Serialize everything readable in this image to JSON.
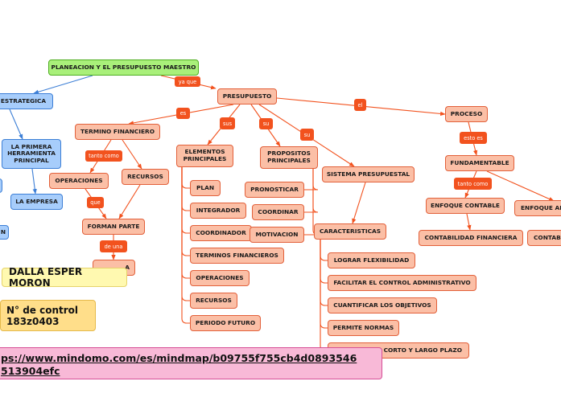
{
  "map": {
    "root": "PLANEACION Y EL PRESUPUESTO MAESTRO",
    "presupuesto": "PRESUPUESTO",
    "estrategica": "ESTRATEGICA",
    "herramienta": [
      "LA PRIMERA",
      "HERRAMIENTA",
      "PRINCIPAL"
    ],
    "empresa": "LA EMPRESA",
    "edge_n": "N",
    "termino": "TERMINO FINANCIERO",
    "operaciones": "OPERACIONES",
    "recursos": "RECURSOS",
    "forman": "FORMAN PARTE",
    "hidden_a": "A",
    "elementos": [
      "ELEMENTOS",
      "PRINCIPALES"
    ],
    "elementos_items": [
      "PLAN",
      "INTEGRADOR",
      "COORDINADOR",
      "TERMINOS FINANCIEROS",
      "OPERACIONES",
      "RECURSOS",
      "PERIODO FUTURO"
    ],
    "propositos": [
      "PROPOSITOS",
      "PRINCIPALES"
    ],
    "propositos_items": [
      "PRONOSTICAR",
      "COORDINAR",
      "MOTIVACION"
    ],
    "sistema": "SISTEMA PRESUPUESTAL",
    "caracteristicas": "CARACTERISTICAS",
    "caracteristicas_items": [
      "LOGRAR FLEXIBILIDAD",
      "FACILITAR EL CONTROL ADMINISTRATIVO",
      "CUANTIFICAR LOS OBJETIVOS",
      "PERMITE NORMAS",
      "A CORTO Y LARGO PLAZO"
    ],
    "proceso": "PROCESO",
    "fundamentable": "FUNDAMENTABLE",
    "enfoque_contable": "ENFOQUE CONTABLE",
    "enfoque_ad": "ENFOQUE AD",
    "contabilidad": "CONTABILIDAD FINANCIERA",
    "contab_cut": "CONTAB"
  },
  "labels": {
    "ya_que": "ya que",
    "es": "es",
    "sus": "sus",
    "su1": "su",
    "su2": "su",
    "el": "el",
    "tanto_como1": "tanto como",
    "que": "que",
    "de_una": "de una",
    "esto_es": "esto es",
    "tanto_como2": "tanto como"
  },
  "cards": {
    "author": "DALLA ESPER MORON",
    "control": [
      "N° de control",
      "183z0403"
    ],
    "link": [
      "ps://www.mindomo.com/es/mindmap/b09755f755cb4d0893546",
      "513904efc"
    ]
  },
  "colors": {
    "line": "#f2521e",
    "salmon": "#fbbfa6",
    "blue": "#a7cdfb",
    "green": "#a9f07a",
    "line_blue": "#3d7fd6"
  }
}
